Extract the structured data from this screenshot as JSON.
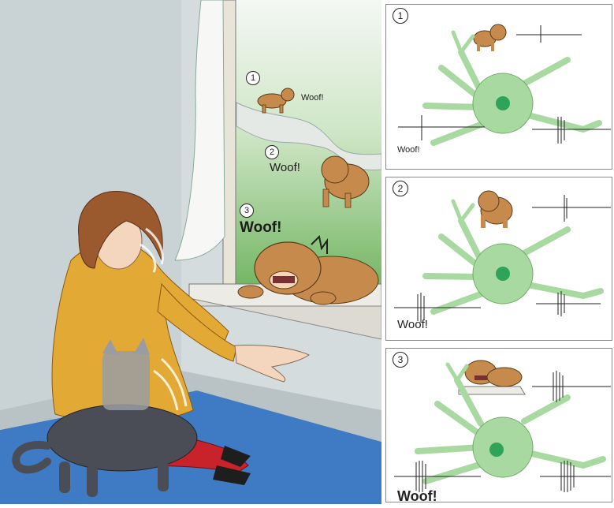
{
  "scene": {
    "events": [
      {
        "number": "1",
        "sound": "Woof!"
      },
      {
        "number": "2",
        "sound": "Woof!"
      },
      {
        "number": "3",
        "sound": "Woof!"
      }
    ]
  },
  "panels": [
    {
      "number": "1",
      "sound": "Woof!"
    },
    {
      "number": "2",
      "sound": "Woof!"
    },
    {
      "number": "3",
      "sound": "Woof!"
    }
  ],
  "colors": {
    "wall": "#d6dee0",
    "floor_mat": "#3f7bc4",
    "outdoor_grass": "#7dbb6a",
    "neuron": "#a8d9a0",
    "neuron_nucleus": "#2fa35a",
    "sweater": "#e3a935",
    "dog": "#c68b4c"
  }
}
